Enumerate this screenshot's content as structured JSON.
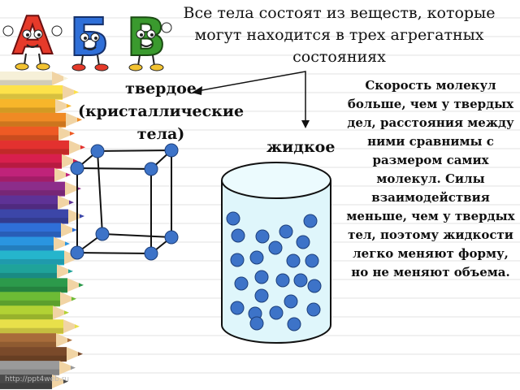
{
  "title": "Все  тела состоят из веществ, которые могут находится в трех агрегатных состояниях",
  "letters": [
    "А",
    "Б",
    "В"
  ],
  "letter_colors": [
    "#e63a2a",
    "#2f6fd8",
    "#3a9a2e"
  ],
  "solid_label": "твердое (кристаллические тела)",
  "liquid_label": "жидкое",
  "description": "Скорость молекул больше, чем у твердых дел, расстояния между ними сравнимы с размером самих молекул. Силы взаимодействия меньше, чем у твердых тел, поэтому жидкости легко меняют форму, но не меняют объема.",
  "watermark": "http://ppt4web.ru",
  "molecule_color": "#3d73c8",
  "pencil_colors": [
    "#f6f0d8",
    "#fde24a",
    "#f7b62a",
    "#f08a24",
    "#ee5a24",
    "#e3312f",
    "#d81f4d",
    "#c0237a",
    "#8c2d8a",
    "#5e3296",
    "#3c46a8",
    "#2f6fd8",
    "#2a95e0",
    "#25b5cc",
    "#1fa39a",
    "#2c9a4b",
    "#6dbb35",
    "#b2d234",
    "#e8e04a",
    "#a86c3a",
    "#7a4a2a",
    "#9a9a9a",
    "#4a4a4a"
  ]
}
